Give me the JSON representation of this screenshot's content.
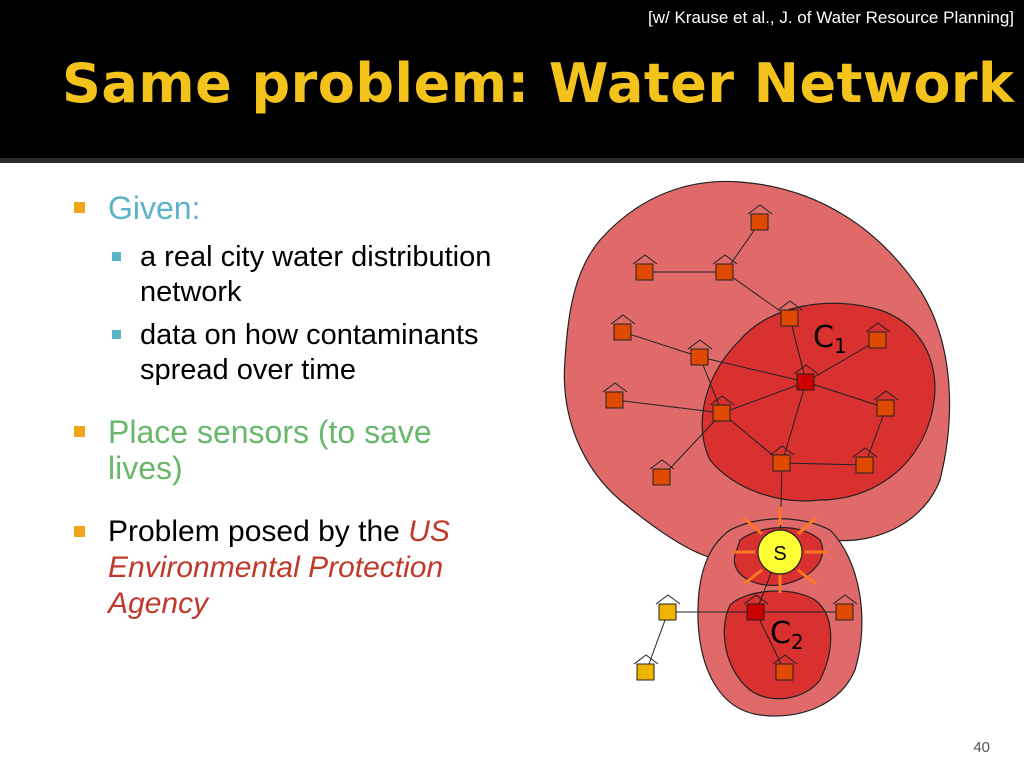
{
  "header": {
    "citation": "[w/ Krause et al., J. of Water Resource Planning]",
    "title": "Same problem: Water Network"
  },
  "bullets": {
    "given": "Given:",
    "sub1": "a real city water distribution network",
    "sub2": "data on how contaminants spread over time",
    "place": "Place sensors (to save lives)",
    "problem_prefix": "Problem posed by the ",
    "problem_agency": "US Environmental Protection Agency"
  },
  "diagram": {
    "sensor_label": "S",
    "cluster1_label": "C1",
    "cluster2_label": "C2"
  },
  "colors": {
    "title": "#f3c21b",
    "given": "#5db4c8",
    "place": "#67b86a",
    "agency": "#c0392b",
    "outer_region": "#e06666",
    "cluster_region": "#d93030",
    "house_red": "#e04a00",
    "house_yellow": "#f0b400",
    "sensor": "#ffff33"
  },
  "footer": {
    "page_number": "40"
  }
}
